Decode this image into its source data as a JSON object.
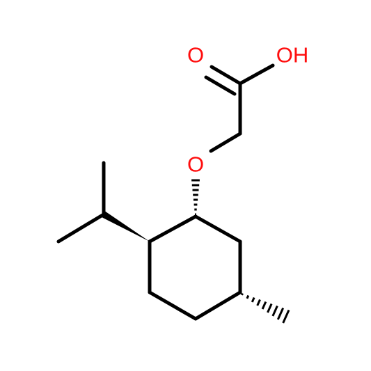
{
  "molecule": {
    "atoms": {
      "carbonyl_oxygen": {
        "symbol": "O",
        "color": "#ff0d0d"
      },
      "hydroxyl": {
        "symbol": "OH",
        "color": "#ff0d0d"
      },
      "ether_oxygen": {
        "symbol": "O",
        "color": "#ff0d0d"
      }
    },
    "bond_color": "#000000"
  }
}
